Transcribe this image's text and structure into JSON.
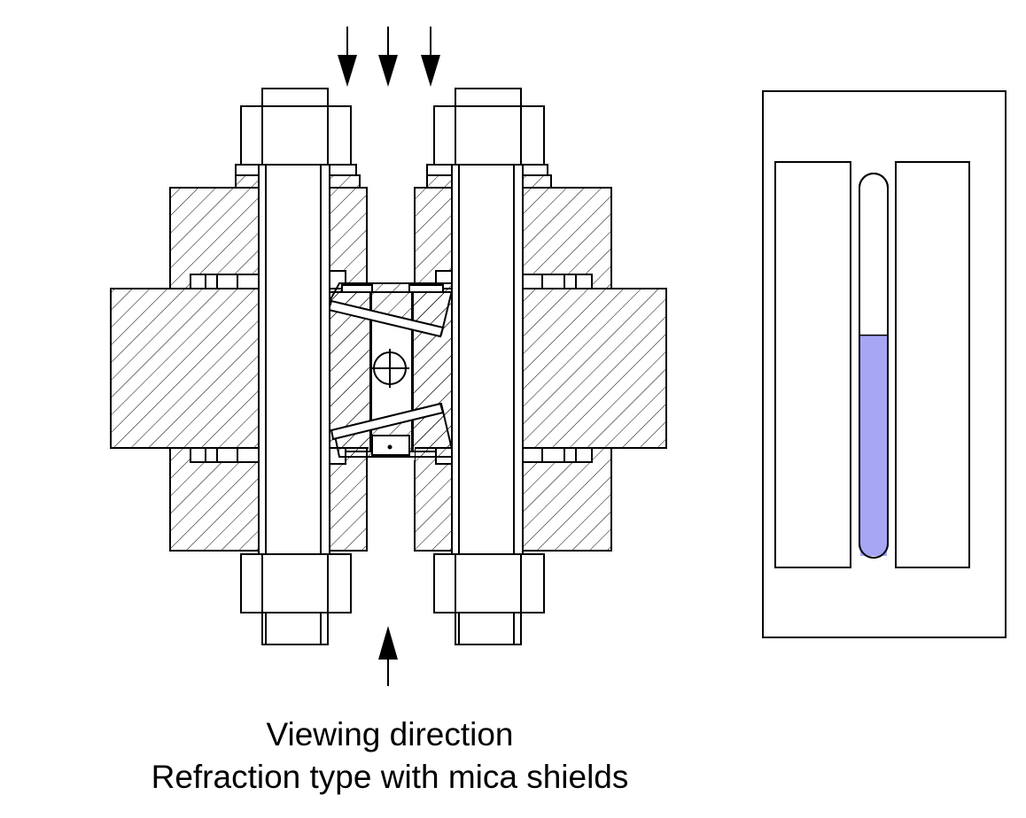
{
  "figure": {
    "caption_line1": "Viewing direction",
    "caption_line2": "Refraction type with mica shields"
  },
  "colors": {
    "stroke": "#000000",
    "background": "#ffffff",
    "liquid": "#a6a6f5"
  },
  "gauge_glass": {
    "liquid_level_fraction": 0.58
  }
}
